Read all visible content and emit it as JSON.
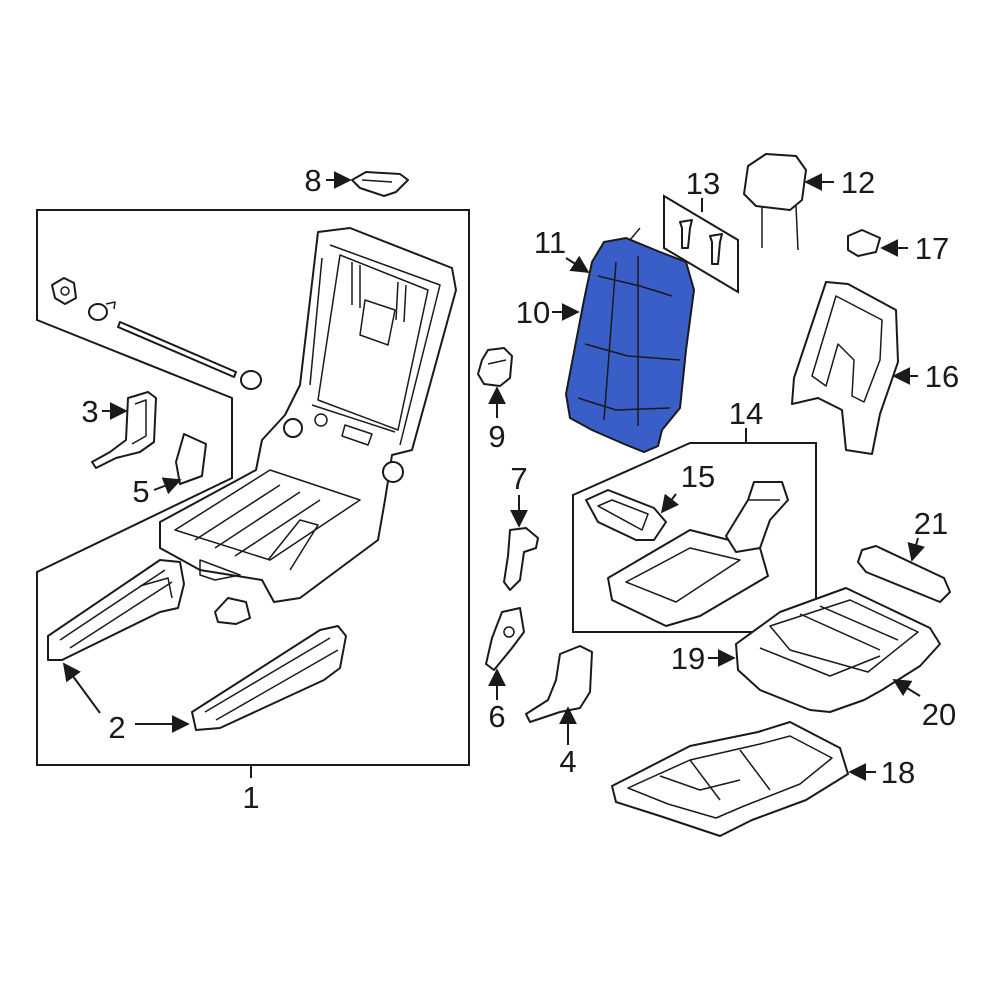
{
  "diagram": {
    "highlight_color": "#3a5ec8",
    "line_color": "#1a1a1a",
    "callouts": [
      "1",
      "2",
      "3",
      "4",
      "5",
      "6",
      "7",
      "8",
      "9",
      "10",
      "11",
      "12",
      "13",
      "14",
      "15",
      "16",
      "17",
      "18",
      "19",
      "20",
      "21"
    ]
  }
}
